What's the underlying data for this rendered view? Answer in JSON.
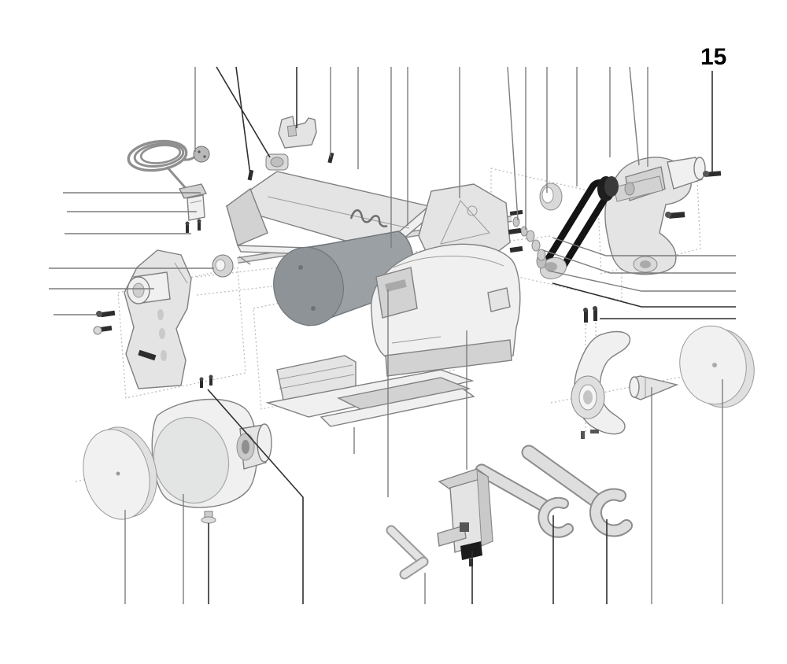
{
  "figure": {
    "label": "15",
    "type": "exploded-parts-diagram",
    "description_visible_text_only": true
  },
  "colors": {
    "background": "#ffffff",
    "leader_line": "#7d7d7d",
    "leader_line_dark": "#2f2f2f",
    "construction_dotted": "#b8b8b8",
    "part_fill_light": "#f0f0f0",
    "part_fill_mid": "#e4e4e4",
    "part_fill_dark": "#d2d2d2",
    "motor_fill": "#9aa0a4",
    "belt_fill": "#141414",
    "label_text": "#000000"
  },
  "parts": [
    {
      "name": "power-cord-coil-with-plug"
    },
    {
      "name": "switch-housing"
    },
    {
      "name": "switch-insert"
    },
    {
      "name": "switch-screws"
    },
    {
      "name": "motor-bracket-shoe"
    },
    {
      "name": "hex-bushing-nut"
    },
    {
      "name": "belt-cover-panel"
    },
    {
      "name": "spring-clip"
    },
    {
      "name": "drive-shaft"
    },
    {
      "name": "motor"
    },
    {
      "name": "gear-head-housing"
    },
    {
      "name": "main-housing-cover"
    },
    {
      "name": "shaft-coupling"
    },
    {
      "name": "bearing-ring"
    },
    {
      "name": "left-stand-bracket"
    },
    {
      "name": "stand-screws"
    },
    {
      "name": "base-rail-profiles"
    },
    {
      "name": "wheel-hub-drum"
    },
    {
      "name": "left-polishing-disc"
    },
    {
      "name": "flange-nut"
    },
    {
      "name": "drive-belt"
    },
    {
      "name": "belt-pulley"
    },
    {
      "name": "bearing-cap"
    },
    {
      "name": "washer-set"
    },
    {
      "name": "spindle-arm-housing"
    },
    {
      "name": "spindle-screws"
    },
    {
      "name": "wheel-guard"
    },
    {
      "name": "guard-screws"
    },
    {
      "name": "taper-spindle"
    },
    {
      "name": "right-polishing-disc"
    },
    {
      "name": "open-end-wrench-small"
    },
    {
      "name": "open-end-wrench-large"
    },
    {
      "name": "hex-key"
    },
    {
      "name": "clamp-bracket-with-screw"
    }
  ]
}
